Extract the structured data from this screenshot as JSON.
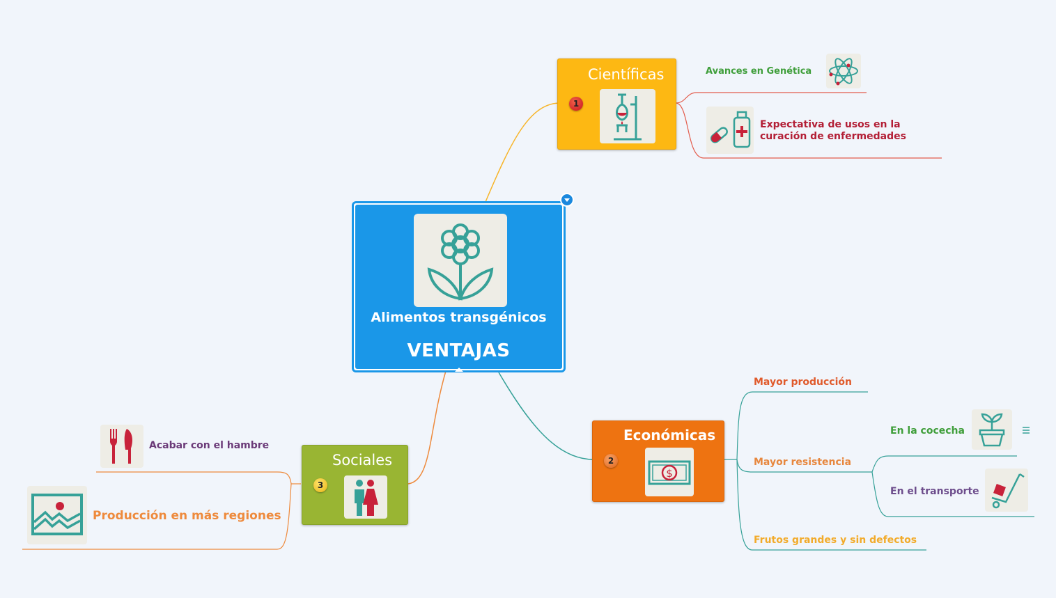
{
  "colors": {
    "background": "#f1f5fb",
    "central": "#1a97e8",
    "cientificas": "#fdb813",
    "economicas": "#ee7311",
    "sociales": "#99b533",
    "teal": "#36a198",
    "red": "#c8223a"
  },
  "central": {
    "title": "Alimentos transgénicos",
    "subtitle": "VENTAJAS",
    "icon": "flower-icon",
    "collapse_icon": "chevron-down-icon"
  },
  "branches": {
    "cientificas": {
      "label": "Científicas",
      "badge": "1",
      "icon": "lab-flask-icon",
      "children": [
        {
          "label": "Avances en Genética",
          "icon": "atom-icon",
          "color": "#3f9e3a"
        },
        {
          "label_line1": "Expectativa de usos en la",
          "label_line2": "curación de enfermedades",
          "icon": "medicine-icon",
          "color": "#b31f36"
        }
      ]
    },
    "economicas": {
      "label": "Económicas",
      "badge": "2",
      "icon": "dollar-bill-icon",
      "children": [
        {
          "label": "Mayor producción",
          "color": "#e05a2b"
        },
        {
          "label": "Mayor resistencia",
          "color": "#e7873e",
          "children": [
            {
              "label": "En la cocecha",
              "icon": "plant-pot-icon",
              "color": "#3f9e3a",
              "note_icon": "menu-lines-icon"
            },
            {
              "label": "En el transporte",
              "icon": "hand-truck-icon",
              "color": "#6d4d8c"
            }
          ]
        },
        {
          "label": "Frutos grandes y sin defectos",
          "color": "#f2ab2a"
        }
      ]
    },
    "sociales": {
      "label": "Sociales",
      "badge": "3",
      "icon": "people-icon",
      "children": [
        {
          "label": "Acabar con el hambre",
          "icon": "cutlery-icon",
          "color": "#6b3a78"
        },
        {
          "label": "Producción en más regiones",
          "icon": "landscape-icon",
          "color": "#ee8a3c"
        }
      ]
    }
  }
}
